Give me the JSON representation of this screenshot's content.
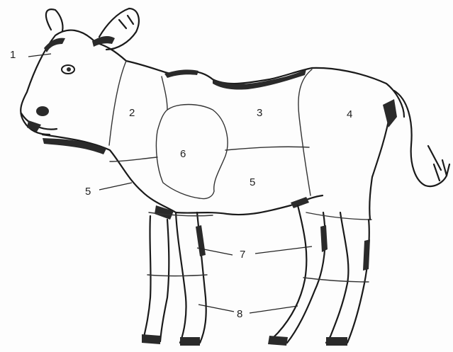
{
  "diagram": {
    "labels": [
      {
        "id": "region-1",
        "text": "1"
      },
      {
        "id": "region-2",
        "text": "2"
      },
      {
        "id": "region-3",
        "text": "3"
      },
      {
        "id": "region-4",
        "text": "4"
      },
      {
        "id": "region-5a",
        "text": "5"
      },
      {
        "id": "region-5b",
        "text": "5"
      },
      {
        "id": "region-6",
        "text": "6"
      },
      {
        "id": "region-7",
        "text": "7"
      },
      {
        "id": "region-8",
        "text": "8"
      }
    ],
    "colors": {
      "ink": "#1a1a1a",
      "paper": "#fdfdfd"
    }
  }
}
